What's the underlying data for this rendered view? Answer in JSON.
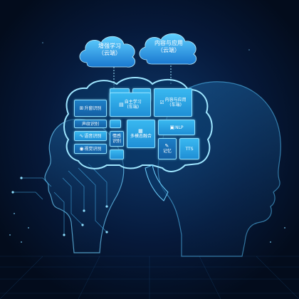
{
  "clouds": [
    {
      "title": "增强学习",
      "subtitle": "（云端）"
    },
    {
      "title": "内容与应用",
      "subtitle": "（云端）"
    }
  ],
  "tiles": {
    "t1": "升窗识别",
    "t2": "自主学习\n(车端)",
    "t3": "内容与应用\n(车端)",
    "t4": "声纹识别",
    "t5": "多模态融合",
    "t6": "NLP",
    "t7": "情感\n识别",
    "t8": "视觉识别",
    "t9": "记忆",
    "t10": "TTS",
    "t11": "语音识别"
  },
  "colors": {
    "background": "#041024",
    "accent": "#37b6f0",
    "glow": "#8fe0ff"
  }
}
